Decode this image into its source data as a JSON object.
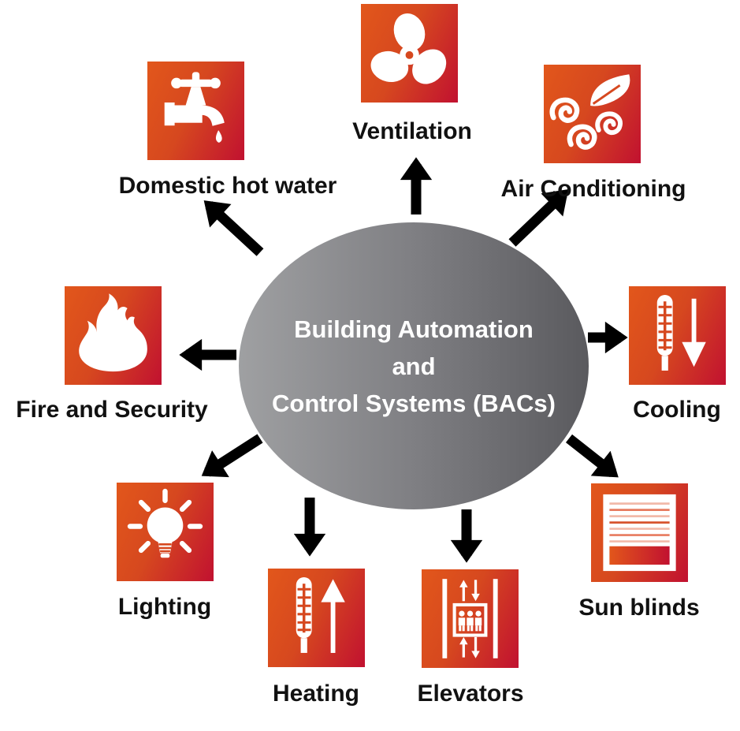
{
  "title": "Building Automation and Control Systems diagram",
  "center": {
    "lines": [
      "Building Automation",
      "and",
      "Control Systems (BACs)"
    ]
  },
  "systems": [
    {
      "id": "ventilation",
      "label": "Ventilation",
      "icon": "fan-icon"
    },
    {
      "id": "air-conditioning",
      "label": "Air Conditioning",
      "icon": "wind-leaf-icon"
    },
    {
      "id": "cooling",
      "label": "Cooling",
      "icon": "thermometer-down-arrow-icon"
    },
    {
      "id": "sun-blinds",
      "label": "Sun blinds",
      "icon": "window-blinds-icon"
    },
    {
      "id": "elevators",
      "label": "Elevators",
      "icon": "elevator-icon"
    },
    {
      "id": "heating",
      "label": "Heating",
      "icon": "thermometer-up-arrow-icon"
    },
    {
      "id": "lighting",
      "label": "Lighting",
      "icon": "light-bulb-icon"
    },
    {
      "id": "fire-security",
      "label": "Fire and Security",
      "icon": "flame-icon"
    },
    {
      "id": "hot-water",
      "label": "Domestic hot water",
      "icon": "faucet-icon"
    }
  ],
  "colors": {
    "background": "#ffffff",
    "box_gradient_start": "#e2571b",
    "box_gradient_end": "#c11130",
    "icon_foreground": "#ffffff",
    "icon_accent": "#d6481f",
    "ellipse_gradient_start": "#9fa0a2",
    "ellipse_gradient_end": "#5a5a5e",
    "arrow": "#000000",
    "label_text": "#111111",
    "center_text": "#ffffff"
  }
}
